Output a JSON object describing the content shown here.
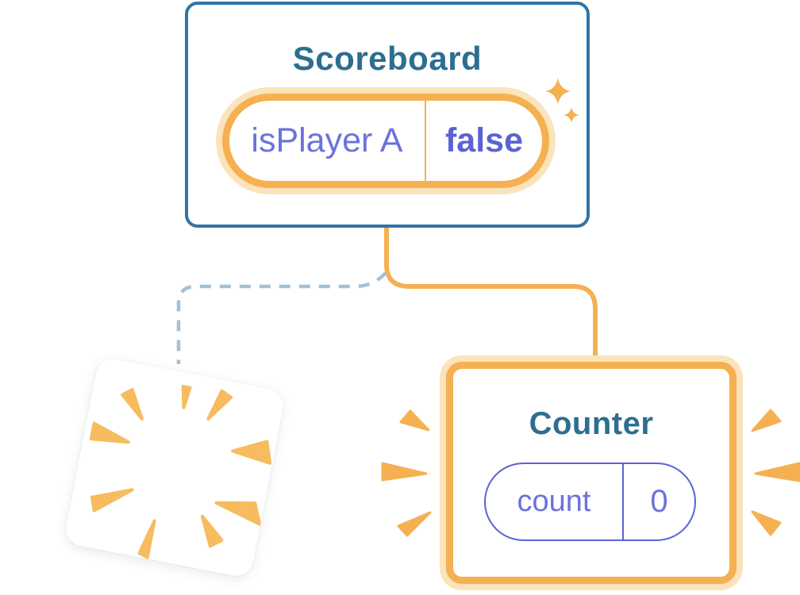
{
  "diagram": {
    "description_labels": {
      "scoreboard_title": "Scoreboard",
      "counter_title": "Counter"
    }
  },
  "scoreboard": {
    "title": "Scoreboard",
    "state": {
      "key": "isPlayer A",
      "value": "false"
    }
  },
  "counter": {
    "title": "Counter",
    "state": {
      "key": "count",
      "value": "0"
    }
  },
  "icons": {
    "sparkles": "sparkles-icon",
    "burst": "burst-icon",
    "emphasis": "emphasis-marks-icon"
  },
  "colors": {
    "card_border": "#3274A5",
    "title": "#2D6E91",
    "orange": "#F5B052",
    "orange_light": "#FBE3BB",
    "purple": "#6A73DB",
    "purple_bold": "#5A62D3",
    "pill_border_purple": "#5B63D3",
    "dashed_line": "#A4C1D5",
    "burst": "#F7BB60",
    "bg": "#FFFFFF"
  }
}
